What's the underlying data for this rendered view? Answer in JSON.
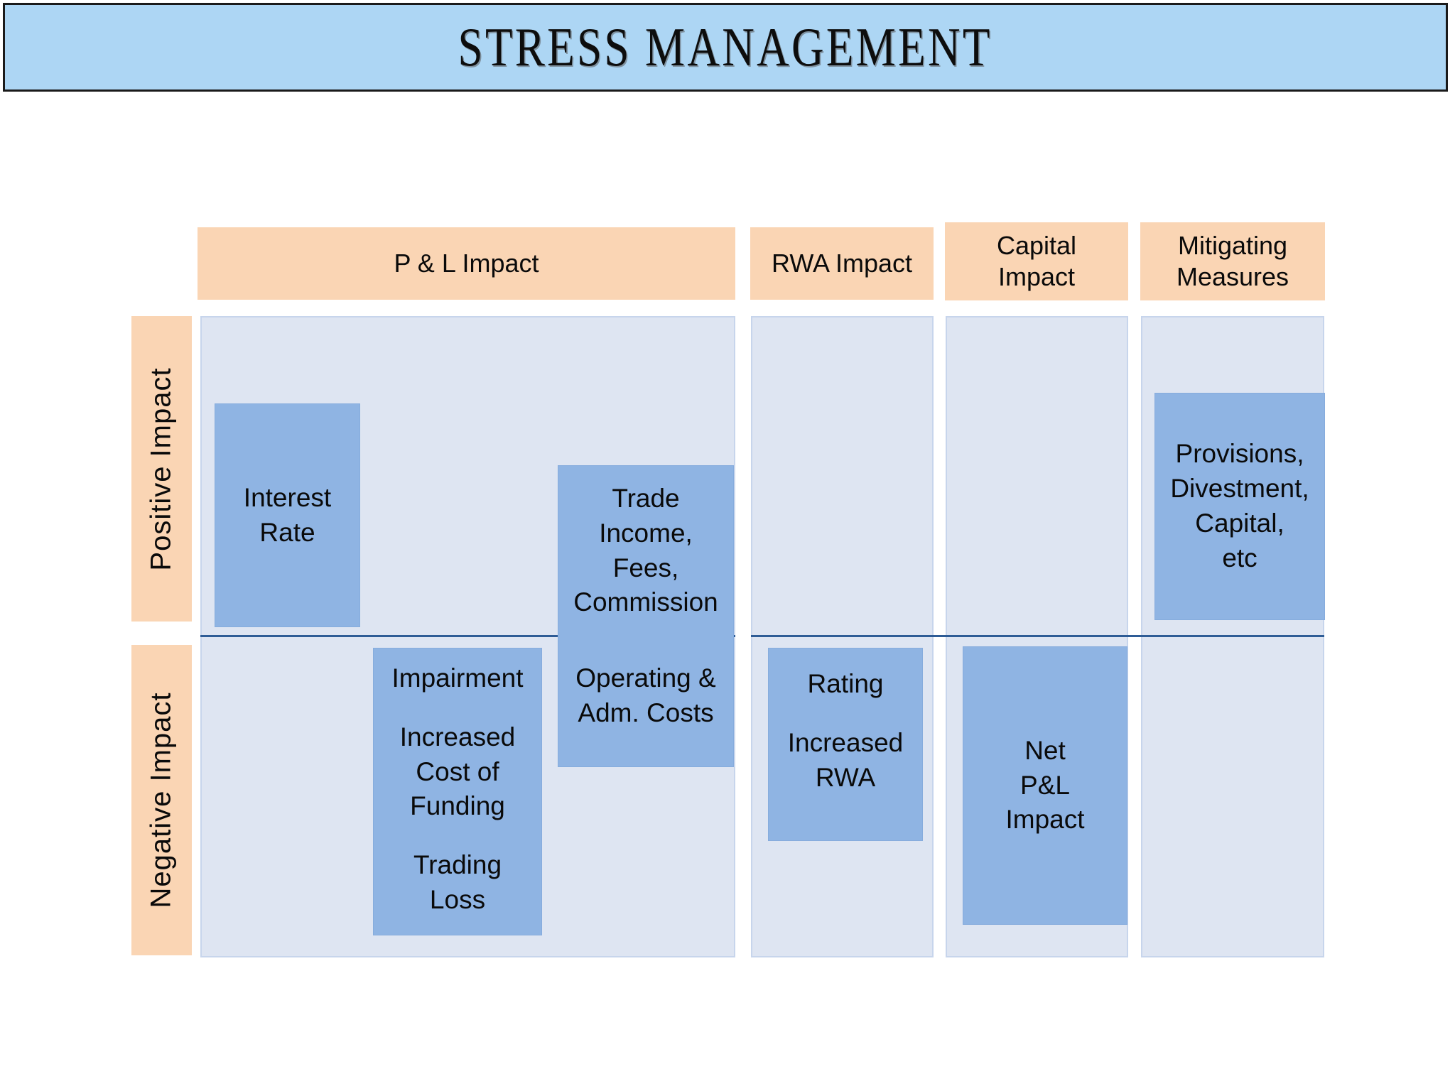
{
  "title": {
    "text": "STRESS  MANAGEMENT"
  },
  "colors": {
    "banner_blue": "#ADD6F4",
    "header_peach": "#FAD5B4",
    "panel_fill": "#DEE5F2",
    "panel_border": "#C7D5EC",
    "box_blue": "#8FB4E3",
    "divider_blue": "#2E5C96"
  },
  "columns": [
    {
      "id": "pl",
      "label": "P & L  Impact",
      "lines": [
        "P & L  Impact"
      ]
    },
    {
      "id": "rwa",
      "label": "RWA  Impact",
      "lines": [
        "RWA  Impact"
      ]
    },
    {
      "id": "capital",
      "label": "Capital Impact",
      "lines": [
        "Capital",
        "Impact"
      ]
    },
    {
      "id": "mitig",
      "label": "Mitigating Measures",
      "lines": [
        "Mitigating",
        "Measures"
      ]
    }
  ],
  "rows": [
    {
      "id": "positive",
      "label": "Positive  Impact"
    },
    {
      "id": "negative",
      "label": "Negative  Impact"
    }
  ],
  "boxes": {
    "interest_rate": {
      "column": "pl",
      "row": "positive",
      "lines": [
        "Interest",
        "Rate"
      ]
    },
    "trade_income": {
      "column": "pl",
      "row": "positive-negative",
      "lines_positive": [
        "Trade",
        "Income,",
        "Fees,",
        "Commission"
      ],
      "lines_negative": [
        "Operating &",
        "Adm. Costs"
      ]
    },
    "impairment": {
      "column": "pl",
      "row": "negative",
      "group1": [
        "Impairment"
      ],
      "group2": [
        "Increased",
        "Cost of",
        "Funding"
      ],
      "group3": [
        "Trading",
        "Loss"
      ]
    },
    "rwa_impact": {
      "column": "rwa",
      "row": "negative",
      "group1": [
        "Rating"
      ],
      "group2": [
        "Increased",
        "RWA"
      ]
    },
    "net_pl_impact": {
      "column": "capital",
      "row": "negative",
      "lines": [
        "Net",
        "P&L",
        "Impact"
      ]
    },
    "mitigating": {
      "column": "mitig",
      "row": "positive",
      "lines": [
        "Provisions,",
        "Divestment,",
        "Capital,",
        "etc"
      ]
    }
  }
}
